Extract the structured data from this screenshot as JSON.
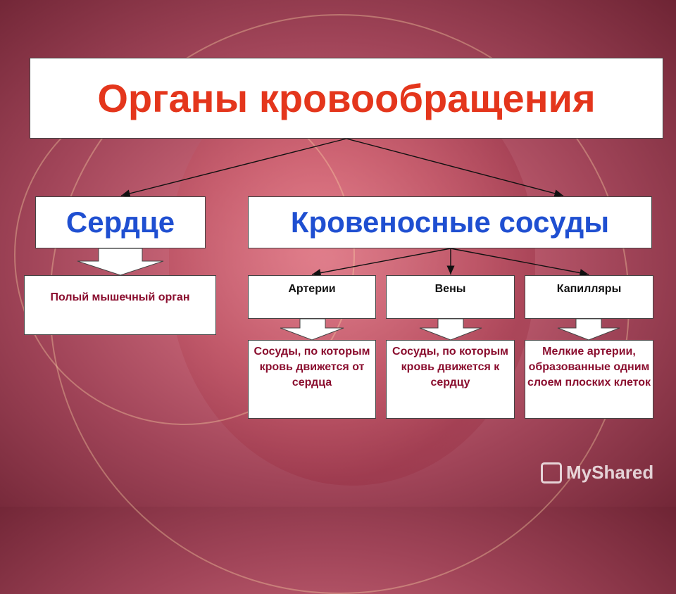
{
  "title": "Органы кровообращения",
  "branches": {
    "heart": {
      "label": "Сердце",
      "description": "Полый мышечный орган"
    },
    "vessels": {
      "label": "Кровеносные сосуды",
      "types": [
        {
          "name": "Артерии",
          "description": "Сосуды, по которым кровь движется от сердца"
        },
        {
          "name": "Вены",
          "description": "Сосуды, по которым кровь движется к сердцу"
        },
        {
          "name": "Капилляры",
          "description": "Мелкие артерии, образованные одним слоем плоских клеток"
        }
      ]
    }
  },
  "watermark": "MyShared",
  "colors": {
    "title": "#e4361c",
    "level2": "#1f4fd1",
    "descriptions": "#8a0d2e",
    "background": "#b0505f"
  }
}
